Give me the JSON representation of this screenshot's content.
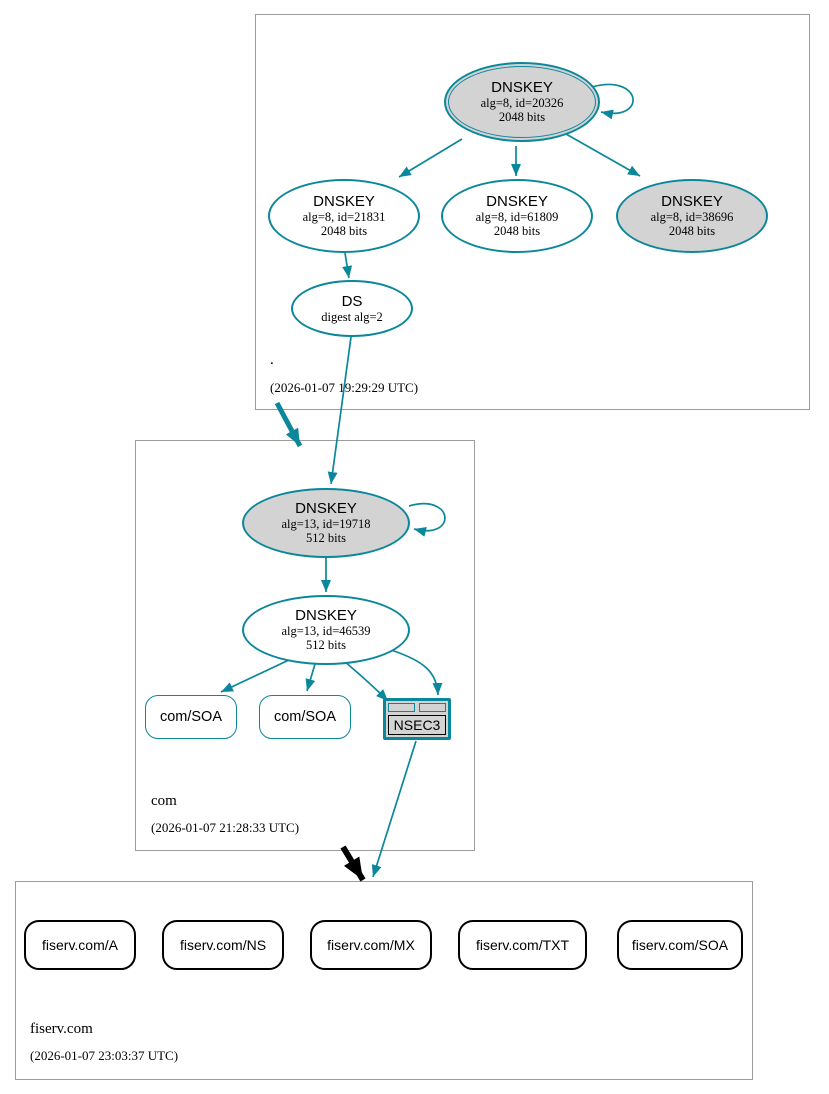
{
  "diagram": {
    "kind": "dnssec-authentication-chain",
    "zones": [
      {
        "name": ".",
        "timestamp": "(2026-01-07 19:29:29 UTC)",
        "nodes": [
          {
            "label": "DNSKEY",
            "detail": "alg=8, id=20326",
            "size": "2048 bits"
          },
          {
            "label": "DNSKEY",
            "detail": "alg=8, id=21831",
            "size": "2048 bits"
          },
          {
            "label": "DNSKEY",
            "detail": "alg=8, id=61809",
            "size": "2048 bits"
          },
          {
            "label": "DNSKEY",
            "detail": "alg=8, id=38696",
            "size": "2048 bits"
          },
          {
            "label": "DS",
            "detail": "digest alg=2"
          }
        ]
      },
      {
        "name": "com",
        "timestamp": "(2026-01-07 21:28:33 UTC)",
        "nodes": [
          {
            "label": "DNSKEY",
            "detail": "alg=13, id=19718",
            "size": "512 bits"
          },
          {
            "label": "DNSKEY",
            "detail": "alg=13, id=46539",
            "size": "512 bits"
          },
          {
            "label": "com/SOA"
          },
          {
            "label": "com/SOA"
          },
          {
            "label": "NSEC3"
          }
        ]
      },
      {
        "name": "fiserv.com",
        "timestamp": "(2026-01-07 23:03:37 UTC)",
        "nodes": [
          {
            "label": "fiserv.com/A"
          },
          {
            "label": "fiserv.com/NS"
          },
          {
            "label": "fiserv.com/MX"
          },
          {
            "label": "fiserv.com/TXT"
          },
          {
            "label": "fiserv.com/SOA"
          }
        ]
      }
    ],
    "colors": {
      "secure_edge": "#0a879a",
      "insecure_edge": "#000000",
      "key_node_fill": "#d3d3d3",
      "plain_node_fill": "#ffffff",
      "zone_box_border": "#9c9c9c"
    }
  }
}
